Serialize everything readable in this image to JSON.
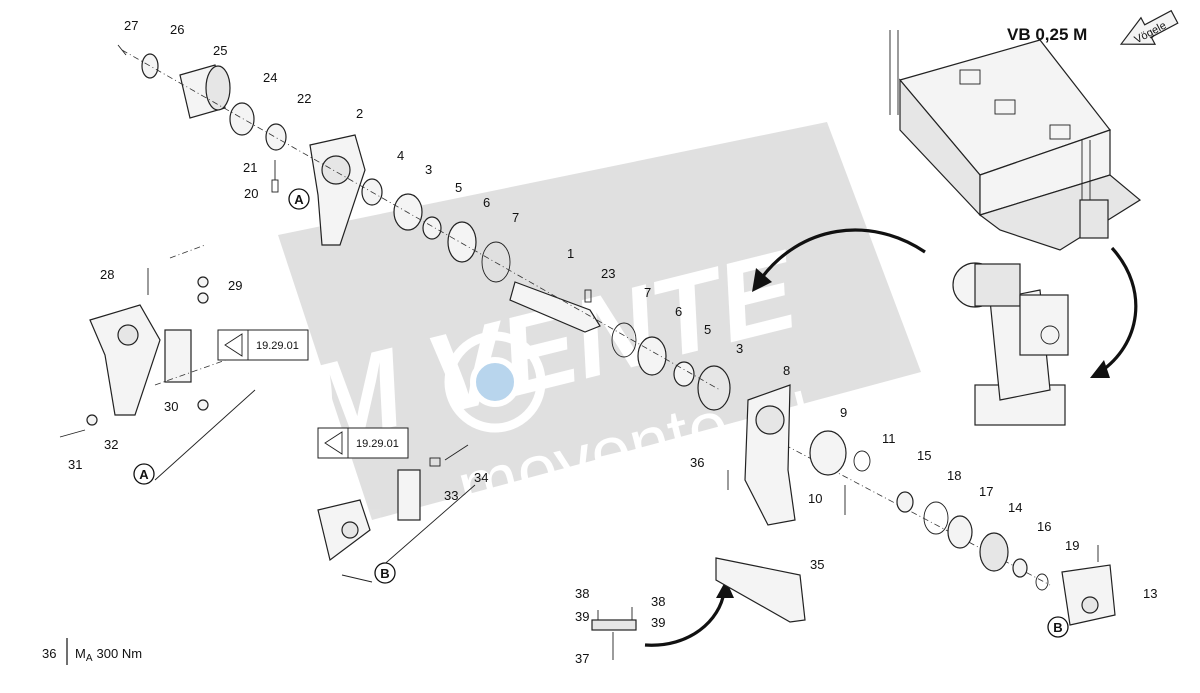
{
  "header": {
    "model_label": "VB 0,25 M",
    "brand_tag": "Vögele"
  },
  "watermark": {
    "brand": "M VENTE",
    "site": "movente.ru"
  },
  "references": [
    "19.29.01",
    "19.29.01"
  ],
  "callouts": {
    "a": "A",
    "b": "B"
  },
  "footer": {
    "page_number": "36",
    "torque_symbol": "M",
    "torque_sub": "A",
    "torque_value": "300 Nm"
  },
  "part_numbers": {
    "p1": "1",
    "p2": "2",
    "p3a": "3",
    "p3b": "3",
    "p4": "4",
    "p5a": "5",
    "p5b": "5",
    "p6a": "6",
    "p6b": "6",
    "p7a": "7",
    "p7b": "7",
    "p8": "8",
    "p9": "9",
    "p10": "10",
    "p11": "11",
    "p13": "13",
    "p14": "14",
    "p15": "15",
    "p16": "16",
    "p17": "17",
    "p18": "18",
    "p19": "19",
    "p20": "20",
    "p21": "21",
    "p22": "22",
    "p23": "23",
    "p24": "24",
    "p25": "25",
    "p26": "26",
    "p27": "27",
    "p28": "28",
    "p29": "29",
    "p30": "30",
    "p31": "31",
    "p32": "32",
    "p33": "33",
    "p34": "34",
    "p35": "35",
    "p36": "36",
    "p37": "37",
    "p38a": "38",
    "p38b": "38",
    "p39a": "39",
    "p39b": "39"
  }
}
